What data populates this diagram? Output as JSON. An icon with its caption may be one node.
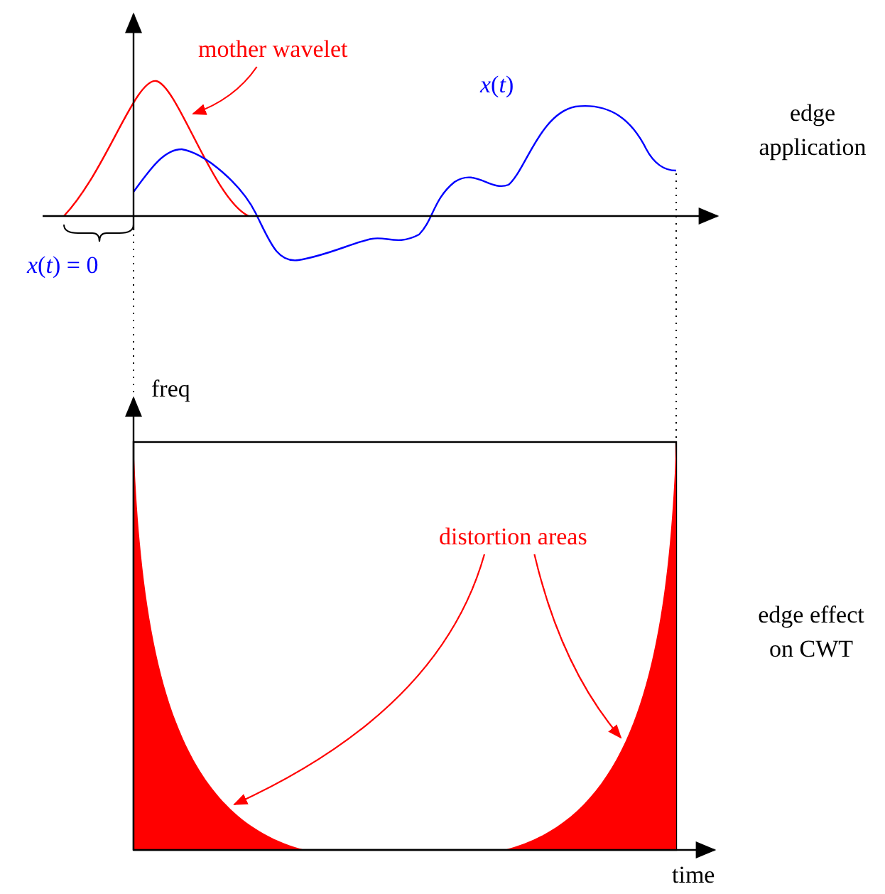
{
  "diagram": {
    "nodes": [
      {
        "text": [
          "mother wavelet"
        ]
      },
      {
        "text": [],
        "shape": "curve"
      },
      {
        "text": [
          "distortion areas"
        ]
      },
      {
        "text": [],
        "shape": "area"
      },
      {
        "text": [],
        "shape": "area"
      }
    ],
    "edges": [
      {
        "from": 0,
        "to": 1,
        "arrow": "to"
      },
      {
        "from": 2,
        "to": 3,
        "arrow": "to"
      },
      {
        "from": 2,
        "to": 4,
        "arrow": "to"
      }
    ],
    "labels": [
      "*x*(*t*)",
      "*x*(*t*) = 0",
      "edge application",
      "freq",
      "time",
      "edge effect on CWT"
    ]
  }
}
